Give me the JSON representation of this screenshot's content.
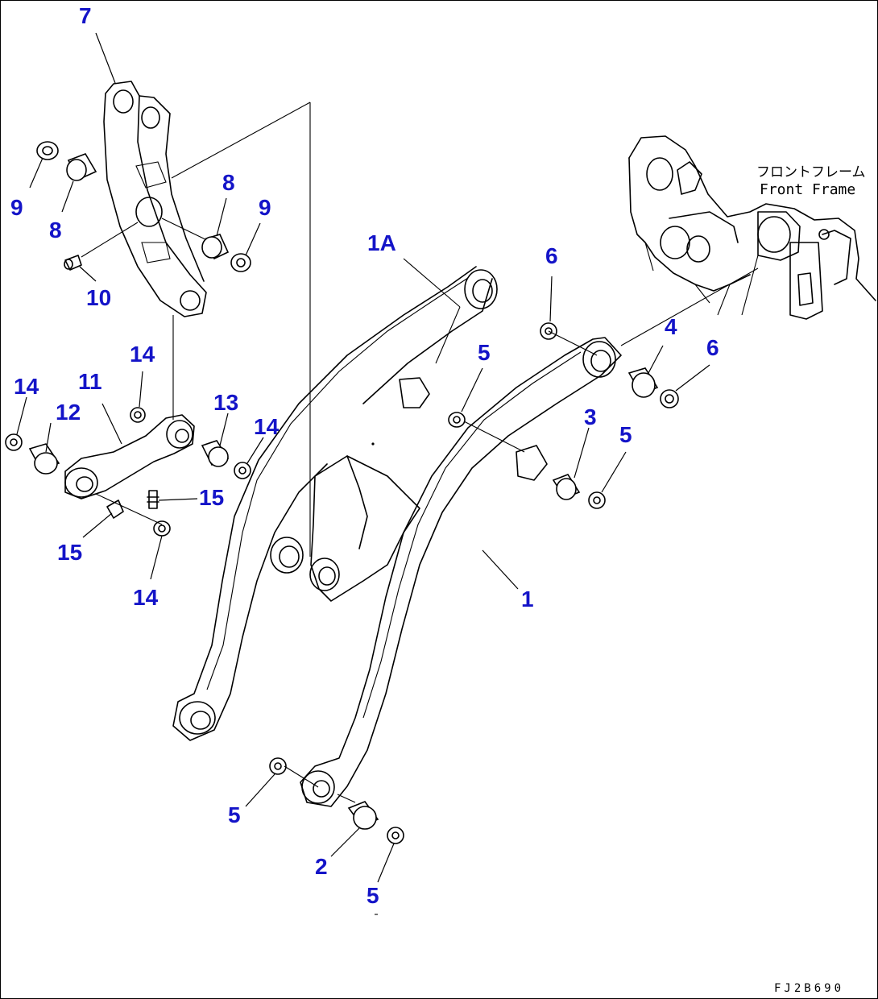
{
  "callouts": {
    "c7": "7",
    "c9a": "9",
    "c8a": "8",
    "c8b": "8",
    "c9b": "9",
    "c10": "10",
    "c1A": "1A",
    "c6a": "6",
    "c4": "4",
    "c6b": "6",
    "c5a": "5",
    "c3": "3",
    "c5b": "5",
    "c14a": "14",
    "c14b": "14",
    "c11": "11",
    "c12": "12",
    "c13": "13",
    "c14c": "14",
    "c15a": "15",
    "c15b": "15",
    "c14d": "14",
    "c1": "1",
    "c5c": "5",
    "c2": "2",
    "c5d": "5"
  },
  "frame_label": {
    "japanese": "フロントフレーム",
    "english": "Front Frame"
  },
  "drawing_code": "FJ2B690",
  "colors": {
    "callout": "#1414c8",
    "line": "#000000",
    "background": "#ffffff"
  }
}
